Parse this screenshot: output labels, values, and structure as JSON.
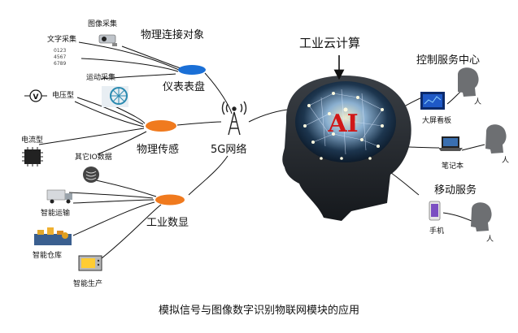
{
  "title": "工业云计算",
  "ai_label": "AI",
  "hub_label": "5G网络",
  "caption": "模拟信号与图像数字识别物联网模块的应用",
  "nodes": {
    "instrument": {
      "label": "仪表表盘",
      "color": "#1a6fd6"
    },
    "sensing": {
      "label": "物理传感",
      "color": "#f07a1e"
    },
    "display": {
      "label": "工业数显",
      "color": "#f07a1e"
    }
  },
  "sources": {
    "object_label": "物理连接对象",
    "image_capture": "图像采集",
    "text_capture": "文字采集",
    "text_capture_digits": [
      "0123",
      "4567",
      "6789"
    ],
    "motion_capture": "运动采集",
    "voltage_type": "电压型",
    "voltage_symbol": "V",
    "current_type": "电流型",
    "other_io": "其它IO数据",
    "smart_transport": "智能运输",
    "smart_warehouse": "智能仓库",
    "smart_production": "智能生产"
  },
  "services": {
    "control_center": "控制服务中心",
    "big_screen": "大屏看板",
    "laptop": "笔记本",
    "mobile_service": "移动服务",
    "phone": "手机",
    "person": "人"
  },
  "colors": {
    "brain_dark": "#0b1a2b",
    "head_gray": "#262a2f",
    "ai_red": "#d01818"
  }
}
